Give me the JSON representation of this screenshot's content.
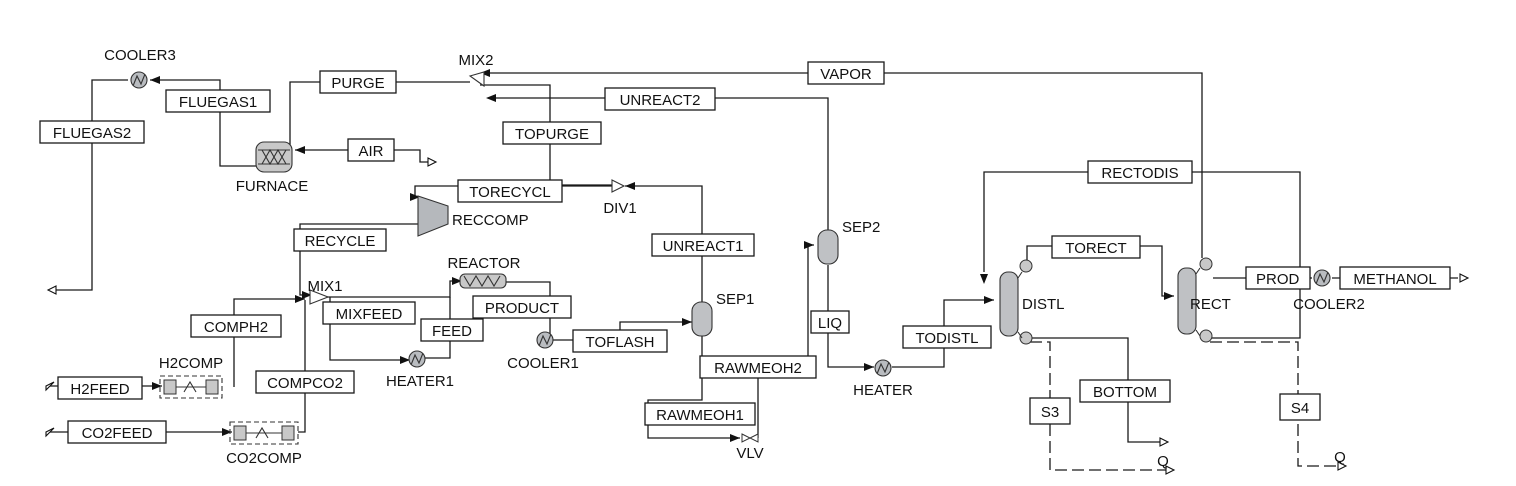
{
  "streams": {
    "fluegas1": "FLUEGAS1",
    "fluegas2": "FLUEGAS2",
    "purge": "PURGE",
    "vapor": "VAPOR",
    "unreact2": "UNREACT2",
    "topurge": "TOPURGE",
    "air": "AIR",
    "torecycl": "TORECYCL",
    "recycle": "RECYCLE",
    "unreact1": "UNREACT1",
    "product": "PRODUCT",
    "mixfeed": "MIXFEED",
    "feed": "FEED",
    "comph2": "COMPH2",
    "compco2": "COMPCO2",
    "h2feed": "H2FEED",
    "co2feed": "CO2FEED",
    "toflash": "TOFLASH",
    "rawmeoh2": "RAWMEOH2",
    "rawmeoh1": "RAWMEOH1",
    "liq": "LIQ",
    "todistl": "TODISTL",
    "rectodis": "RECTODIS",
    "torect": "TORECT",
    "prod": "PROD",
    "methanol": "METHANOL",
    "bottom": "BOTTOM",
    "s3": "S3",
    "s4": "S4"
  },
  "blocks": {
    "cooler3": "COOLER3",
    "mix2": "MIX2",
    "furnace": "FURNACE",
    "div1": "DIV1",
    "reccomp": "RECCOMP",
    "mix1": "MIX1",
    "reactor": "REACTOR",
    "h2comp": "H2COMP",
    "co2comp": "CO2COMP",
    "heater1": "HEATER1",
    "cooler1": "COOLER1",
    "sep1": "SEP1",
    "sep2": "SEP2",
    "vlv": "VLV",
    "heater": "HEATER",
    "distl": "DISTL",
    "rect": "RECT",
    "cooler2": "COOLER2"
  },
  "heat_streams": {
    "q_distl": "Q",
    "q_rect": "Q"
  }
}
